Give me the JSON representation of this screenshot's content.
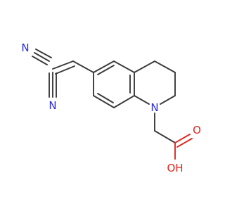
{
  "atoms": {
    "nitrile_top": "N",
    "nitrile_bottom": "N",
    "ring_nitrogen": "N",
    "carbonyl_oxygen": "O",
    "hydroxyl": "OH"
  },
  "colors": {
    "bond": "#3a3a3a",
    "nitrogen": "#2b2bd9",
    "oxygen": "#e0261f",
    "background": "#ffffff"
  }
}
